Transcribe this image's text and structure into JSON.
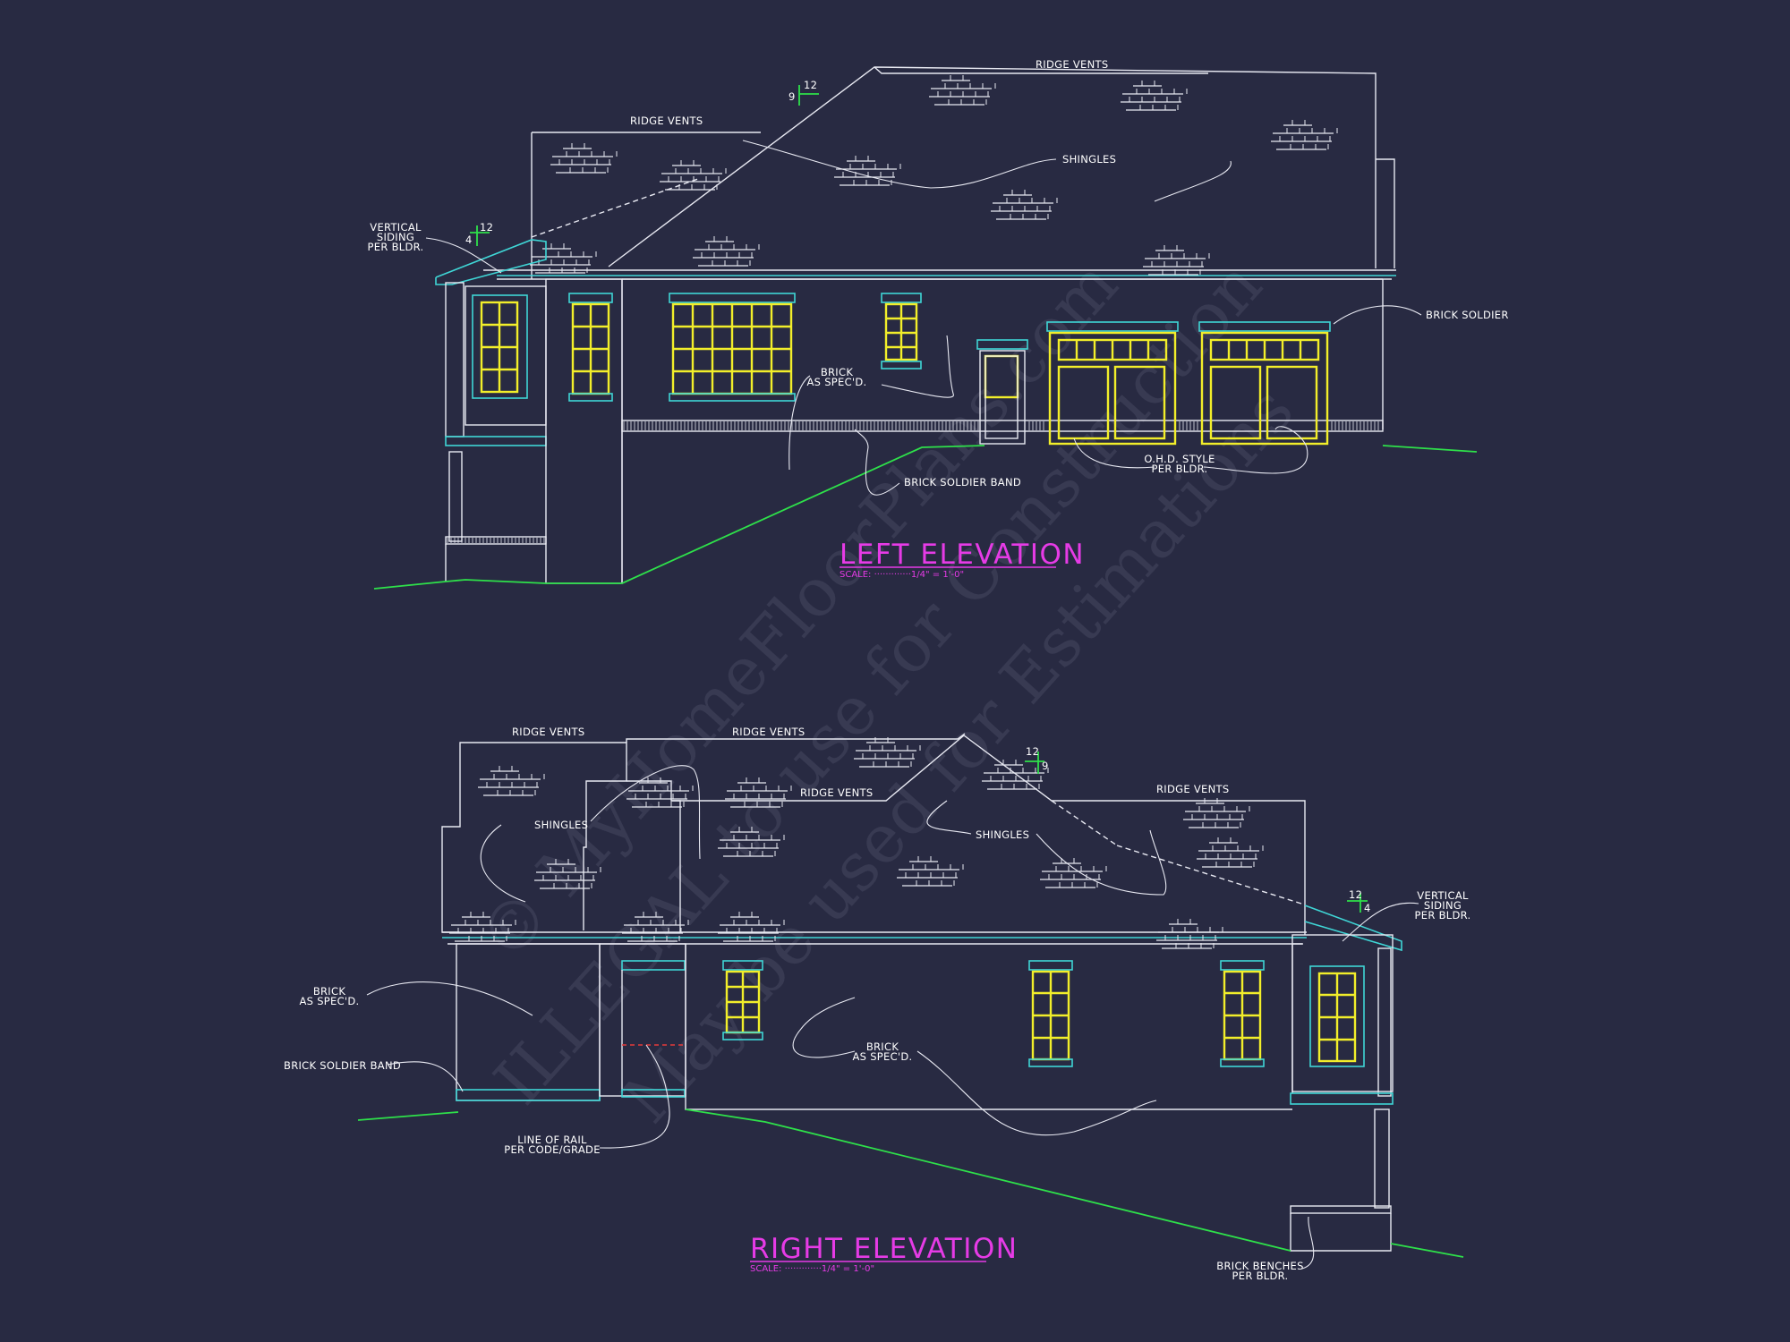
{
  "colors": {
    "background": "#282a42",
    "linework": "#e8e9f2",
    "trim": "#3fd6d6",
    "windows": "#f2ee2a",
    "grade": "#2ee04a",
    "title": "#e63be6"
  },
  "left_elevation": {
    "title": "LEFT ELEVATION",
    "scale": "SCALE:  ·············1/4\" = 1'-0\"",
    "labels": {
      "ridge_vents_1": "RIDGE VENTS",
      "ridge_vents_2": "RIDGE VENTS",
      "shingles": "SHINGLES",
      "vertical_siding": [
        "VERTICAL",
        "SIDING",
        "PER BLDR."
      ],
      "brick_soldier": "BRICK SOLDIER",
      "brick_spec": [
        "BRICK",
        "AS SPEC'D."
      ],
      "brick_soldier_band": "BRICK SOLDIER BAND",
      "ohd_style": [
        "O.H.D. STYLE",
        "PER BLDR."
      ]
    },
    "pitch_main": {
      "rise": "9",
      "run": "12"
    },
    "pitch_porch": {
      "rise": "4",
      "run": "12"
    }
  },
  "right_elevation": {
    "title": "RIGHT ELEVATION",
    "scale": "SCALE:  ·············1/4\" = 1'-0\"",
    "labels": {
      "ridge_vents_1": "RIDGE VENTS",
      "ridge_vents_2": "RIDGE VENTS",
      "ridge_vents_3": "RIDGE VENTS",
      "ridge_vents_4": "RIDGE VENTS",
      "shingles_1": "SHINGLES",
      "shingles_2": "SHINGLES",
      "vertical_siding": [
        "VERTICAL",
        "SIDING",
        "PER BLDR."
      ],
      "brick_spec_1": [
        "BRICK",
        "AS SPEC'D."
      ],
      "brick_spec_2": [
        "BRICK",
        "AS SPEC'D."
      ],
      "brick_soldier_band": "BRICK SOLDIER BAND",
      "line_of_rail": [
        "LINE OF RAIL",
        "PER CODE/GRADE"
      ],
      "brick_benches": [
        "BRICK BENCHES",
        "PER BLDR."
      ]
    },
    "pitch_main": {
      "rise": "9",
      "run": "12"
    },
    "pitch_porch": {
      "rise": "4",
      "run": "12"
    }
  },
  "watermark": {
    "line1": "© MyHomeFloorPlans.com",
    "line2": "ILLEGAL to use for Construction",
    "line3": "May be used for Estimations"
  }
}
